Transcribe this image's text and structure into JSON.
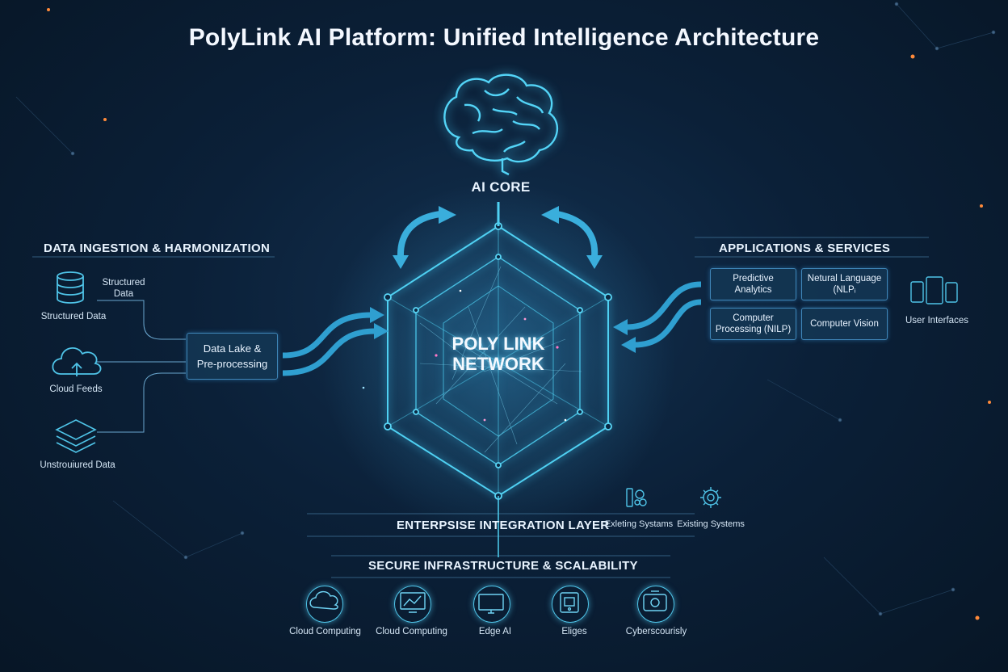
{
  "title": "PolyLink AI Platform: Unified Intelligence Architecture",
  "ai_core": {
    "label": "AI CORE"
  },
  "network": {
    "line1": "POLY LINK",
    "line2": "NETWORK"
  },
  "ingestion": {
    "heading": "DATA INGESTION & HARMONIZATION",
    "structured_label": "Structured Data",
    "structured_callout": "Structured Data",
    "cloud_label": "Cloud Feeds",
    "unstructured_label": "Unstrouiured Data",
    "lake_line1": "Data Lake &",
    "lake_line2": "Pre-processing"
  },
  "applications": {
    "heading": "APPLICATIONS & SERVICES",
    "predictive_1": "Predictive",
    "predictive_2": "Analytics",
    "nlp_1": "Netural Language",
    "nlp_2": "(NLPᵢ",
    "cv_proc_1": "Computer",
    "cv_proc_2": "Processing (NILP)",
    "vision": "Computer Vision",
    "user_interfaces": "User Interfaces"
  },
  "integration": {
    "heading": "ENTERPSISE INTEGRATION LAYER",
    "existing_1": "Exleting Systams",
    "existing_2": "Existing Systems"
  },
  "infrastructure": {
    "heading": "SECURE INFRASTRUCTURE & SCALABILITY",
    "items": [
      "Cloud Computing",
      "Cloud Computing",
      "Edge AI",
      "Eliges",
      "Cyberscourisly"
    ]
  },
  "colors": {
    "accent": "#4fc4e8",
    "arrow": "#39a9d6",
    "background": "#0b2038"
  }
}
